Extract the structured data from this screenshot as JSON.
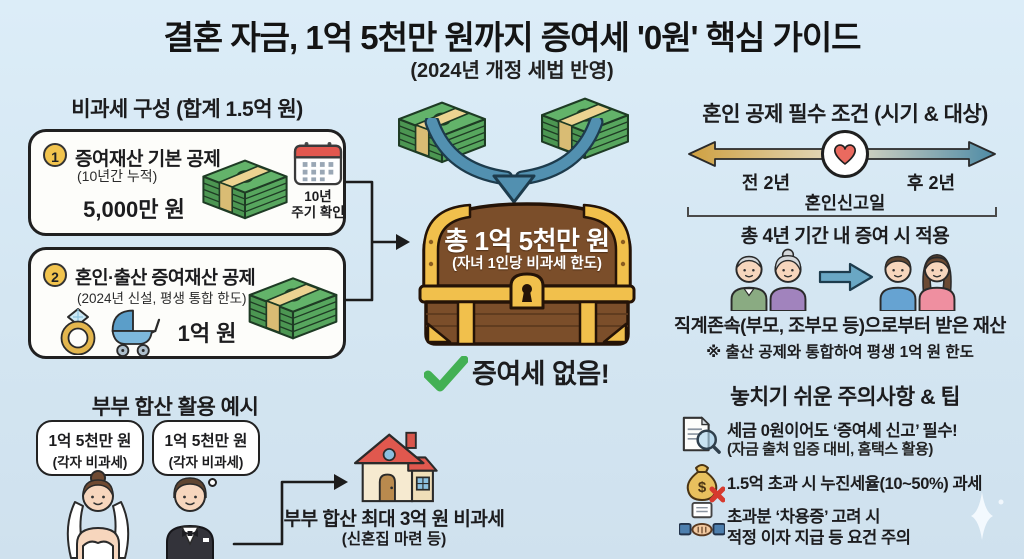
{
  "title": "결혼 자금, 1억 5천만 원까지 증여세 '0원' 핵심 가이드",
  "subtitle": "(2024년 개정 세법 반영)",
  "colors": {
    "background": "#d7e8f4",
    "panel_border": "#202020",
    "accent_gold": "#f1c04c",
    "money_green": "#63b36a",
    "arrow_blue": "#5290b0",
    "chest_brown": "#7b4e2a",
    "check_green": "#43b054",
    "heart_red": "#ea6a5f",
    "timeline_gold": "#cfa040",
    "timeline_teal": "#4e8ba6",
    "warning_red": "#d63a2e"
  },
  "left": {
    "header": "비과세 구성 (합계 1.5억 원)",
    "box1": {
      "number": "1",
      "title": "증여재산 기본 공제",
      "note": "(10년간 누적)",
      "amount": "5,000만 원",
      "calendar_line1": "10년",
      "calendar_line2": "주기 확인"
    },
    "box2": {
      "number": "2",
      "title": "혼인·출산 증여재산 공제",
      "note": "(2024년 신설, 평생 통합 한도)",
      "amount": "1억 원"
    },
    "example": {
      "header": "부부 합산 활용 예시",
      "bubble1": {
        "line1": "1억 5천만 원",
        "line2": "(각자 비과세)"
      },
      "bubble2": {
        "line1": "1억 5천만 원",
        "line2": "(각자 비과세)"
      },
      "result": "부부 합산 최대 3억 원 비과세",
      "result_note": "(신혼집 마련 등)"
    }
  },
  "center": {
    "chest_line1": "총 1억 5천만 원",
    "chest_line2": "(자녀 1인당 비과세 한도)",
    "no_tax": "증여세 없음!"
  },
  "right": {
    "header": "혼인 공제 필수 조건 (시기 & 대상)",
    "timeline": {
      "before": "전 2년",
      "event": "혼인신고일",
      "after": "후 2년",
      "caption": "총 4년 기간 내 증여 시 적용"
    },
    "donor": {
      "caption": "직계존속(부모, 조부모 등)으로부터 받은 재산",
      "note": "※ 출산 공제와 통합하여 평생 1억 원 한도"
    },
    "tips": {
      "header": "놓치기 쉬운 주의사항 & 팁",
      "items": [
        {
          "line1": "세금 0원이어도 ‘증여세 신고’ 필수!",
          "line2": "(자금 출처 입증 대비, 홈택스 활용)"
        },
        {
          "line1": "1.5억 초과 시 누진세율(10~50%) 과세"
        },
        {
          "line1": "초과분 ‘차용증’ 고려 시",
          "line2": "적정 이자 지급 등 요건 주의"
        }
      ]
    },
    "money_bag_symbol": "$"
  }
}
